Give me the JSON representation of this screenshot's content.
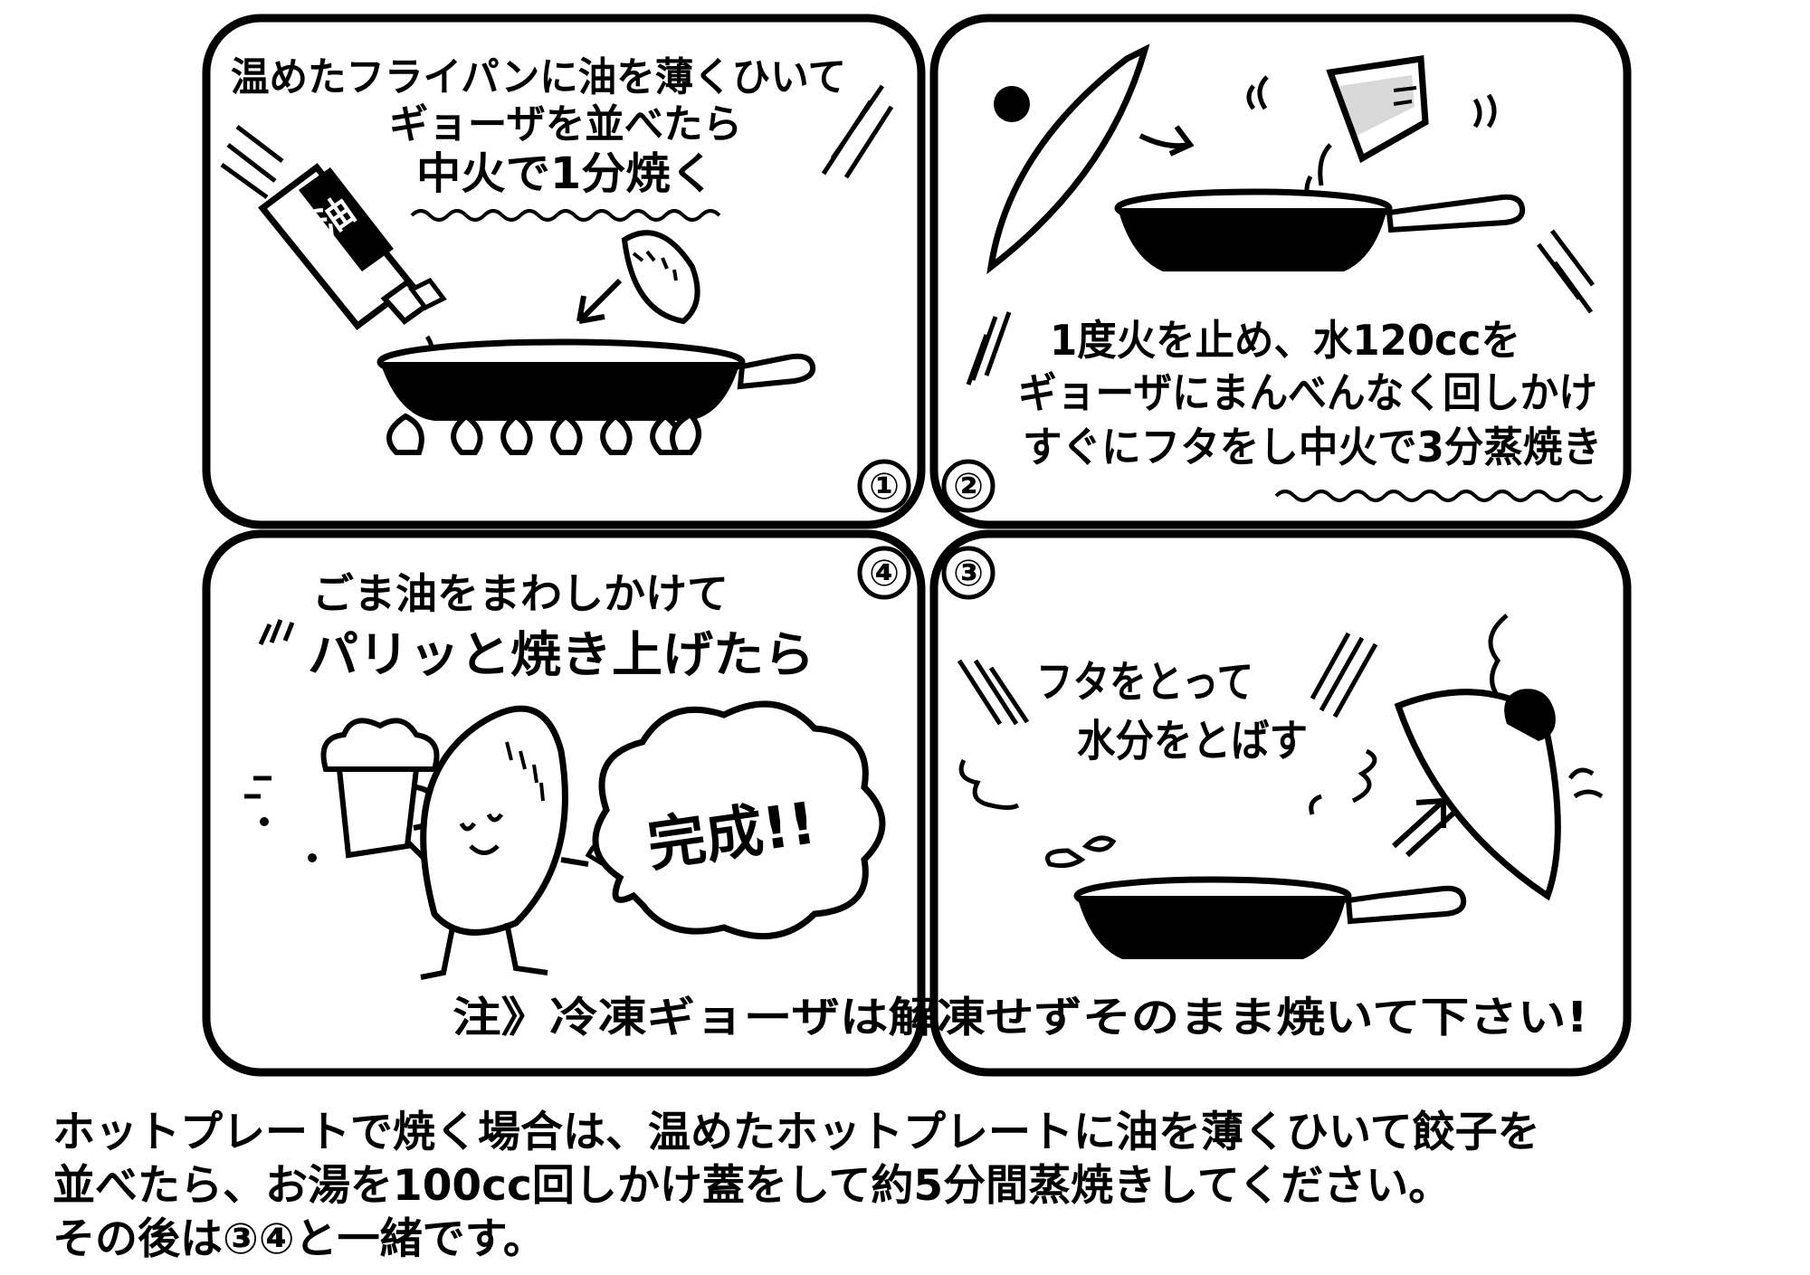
{
  "panels": {
    "p1": {
      "number": "①",
      "lines": [
        "温めたフライパンに油を薄くひいて",
        "ギョーザを並べたら",
        "中火で1分焼く"
      ],
      "bottle_label": "油"
    },
    "p2": {
      "number": "②",
      "lines": [
        "1度火を止め、水120ccを",
        "ギョーザにまんべんなく回しかけ",
        "すぐにフタをし中火で3分蒸焼き"
      ]
    },
    "p3": {
      "number": "③",
      "lines": [
        "フタをとって",
        "水分をとばす"
      ]
    },
    "p4": {
      "number": "④",
      "lines": [
        "ごま油をまわしかけて",
        "パリッと焼き上げたら"
      ],
      "bubble": "完成!!"
    }
  },
  "caution": "注》冷凍ギョーザは解凍せずそのまま焼いて下さい!",
  "note_lines": [
    "ホットプレートで焼く場合は、温めたホットプレートに油を薄くひいて餃子を",
    "並べたら、お湯を100cc回しかけ蓋をして約5分間蒸焼きしてください。",
    "その後は③④と一緒です。"
  ]
}
